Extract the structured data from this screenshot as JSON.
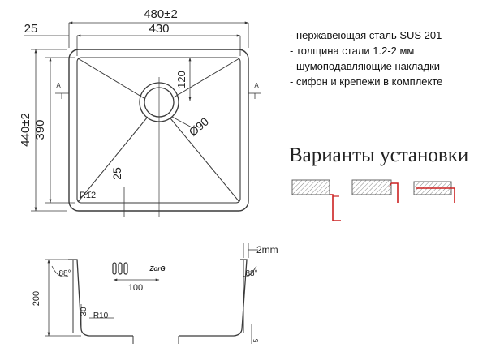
{
  "specs": [
    "- нержавеющая сталь SUS 201",
    "- толщина стали 1.2-2 мм",
    "- шумоподавляющие накладки",
    "- сифон и крепежи в комплекте"
  ],
  "install": {
    "title": "Варианты установки"
  },
  "dims": {
    "width_total": "480±2",
    "width_inner": "430",
    "rim": "25",
    "height_total": "440±2",
    "height_inner": "390",
    "drain_offset": "120",
    "drain_diameter": "Ø90",
    "bottom_offset": "25",
    "corner_radius": "R12",
    "section_mark": "A",
    "depth": "200",
    "angle": "88°",
    "thickness": "2mm",
    "bottom_depth": "30",
    "drain_distance": "100",
    "bottom_radius": "R10",
    "small_step": "5",
    "logo": "ZorG"
  },
  "colors": {
    "line": "#3a3a3a",
    "install_red": "#cc2222",
    "hatch": "#808080"
  }
}
